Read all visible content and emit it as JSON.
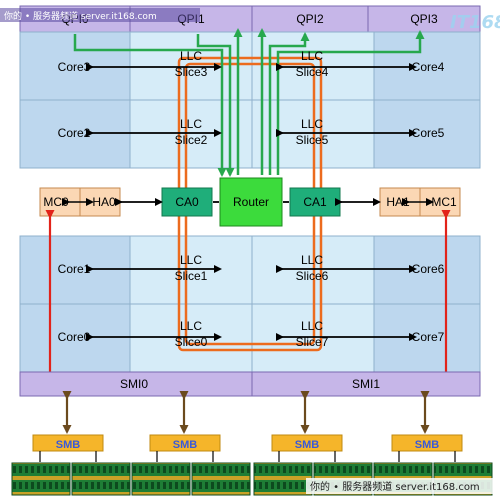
{
  "watermark_top": "你的 • 服务器频道  server.it168.com",
  "watermark_bottom": "你的 • 服务器频道  server.it168.com",
  "watermark_logo": "IT168",
  "qpi": [
    "QPI0",
    "QPI1",
    "QPI2",
    "QPI3"
  ],
  "cores_left": [
    "Core3",
    "Core2",
    "Core1",
    "Core0"
  ],
  "cores_right": [
    "Core4",
    "Core5",
    "Core6",
    "Core7"
  ],
  "llc_left": [
    [
      "LLC",
      "Slice3"
    ],
    [
      "LLC",
      "Slice2"
    ],
    [
      "LLC",
      "Slice1"
    ],
    [
      "LLC",
      "Slice0"
    ]
  ],
  "llc_right": [
    [
      "LLC",
      "Slice4"
    ],
    [
      "LLC",
      "Slice5"
    ],
    [
      "LLC",
      "Slice6"
    ],
    [
      "LLC",
      "Slice7"
    ]
  ],
  "mc_left": "MC0",
  "ha_left": "HA0",
  "ca_left": "CA0",
  "router": "Router",
  "ca_right": "CA1",
  "ha_right": "HA1",
  "mc_right": "MC1",
  "smi": [
    "SMI0",
    "SMI1"
  ],
  "smb": [
    "SMB",
    "SMB",
    "SMB",
    "SMB"
  ],
  "colors": {
    "qpi_bar": "#c6b6e8",
    "core_block": "#bdd7ee",
    "llc_block": "#d6ecf8",
    "router": "#3cdb3c",
    "ca": "#1fae7a",
    "mc_ha": "#fbd7b4",
    "green_link": "#27a84d",
    "orange_ring": "#ec6b1e",
    "red_link": "#e2231a",
    "smb": "#f5b52a",
    "dimm": "#1e7d35"
  }
}
